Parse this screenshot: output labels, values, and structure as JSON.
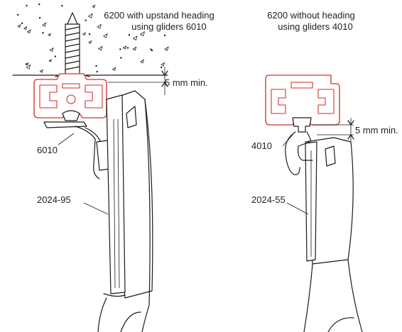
{
  "left": {
    "title_line1": "6200 with upstand heading",
    "title_line2": "using gliders 6010",
    "glider_label": "6010",
    "hook_label": "2024-95",
    "gap_label": "5 mm min."
  },
  "right": {
    "title_line1": "6200 without heading",
    "title_line2": "using gliders 4010",
    "glider_label": "4010",
    "hook_label": "2024-55",
    "gap_label": "5 mm min."
  },
  "colors": {
    "track": "#d9534f",
    "lines": "#1a1a1a"
  }
}
